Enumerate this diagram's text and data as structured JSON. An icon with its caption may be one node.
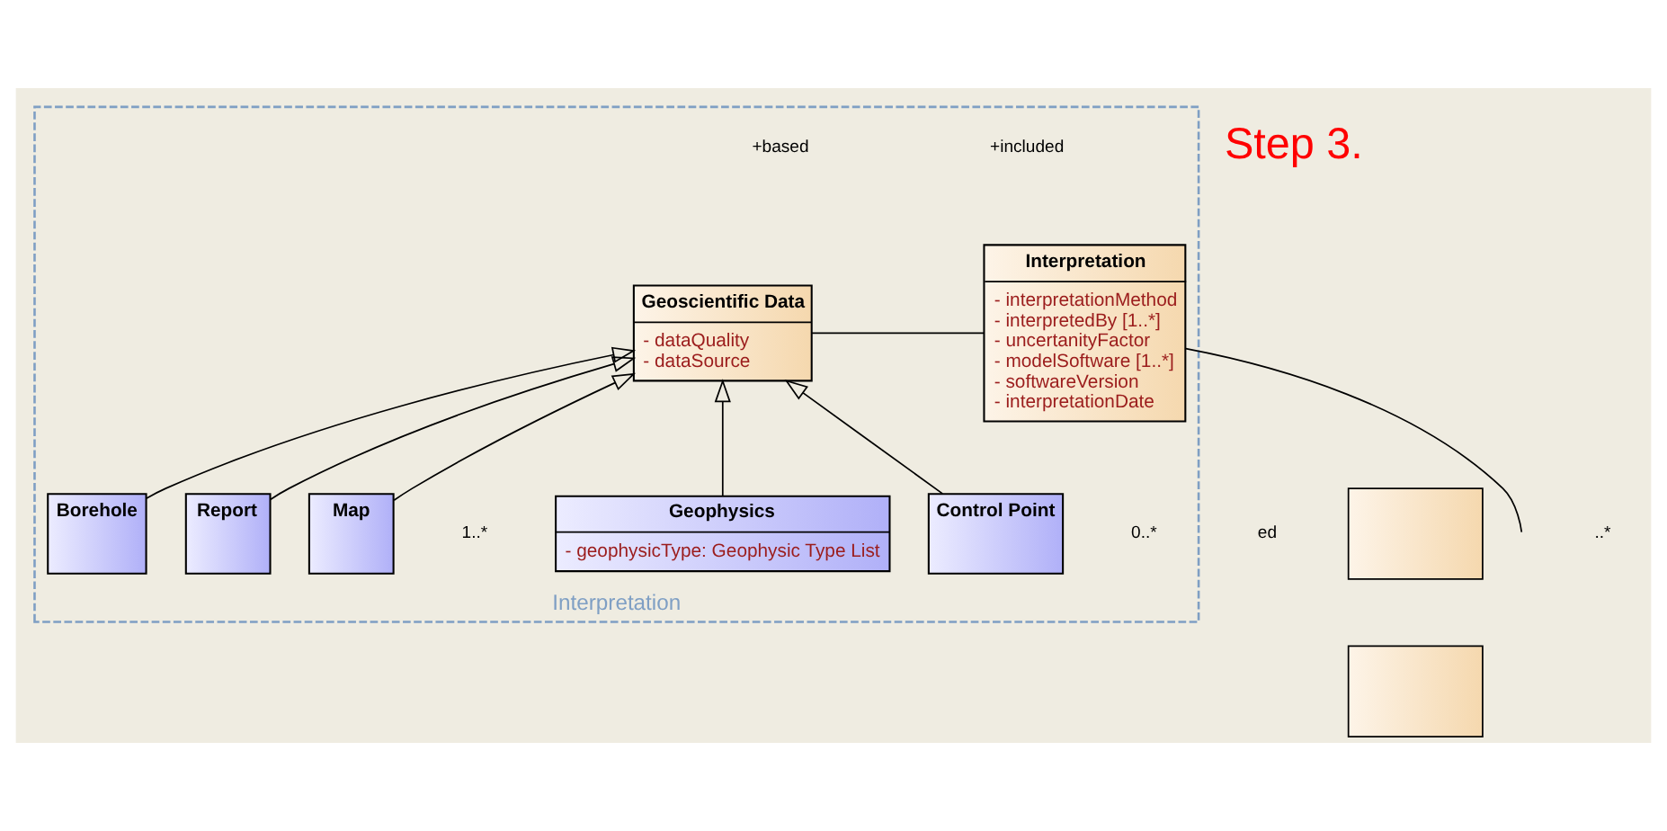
{
  "diagram": {
    "nodes": [
      {
        "text": [
          "Interpretation"
        ]
      },
      {
        "text": [
          "Interpretation",
          "- interpretationMethod",
          "- interpretedBy [1..*]",
          "- uncertanityFactor",
          "- modelSoftware [1..*]",
          "- softwareVersion",
          "- interpretationDate"
        ],
        "in": 0
      },
      {
        "text": [
          "Geoscientific Data",
          "- dataQuality",
          "- dataSource"
        ],
        "in": 0
      },
      {
        "text": [
          "Report"
        ],
        "in": 0
      },
      {
        "text": [
          "Map"
        ],
        "in": 0
      },
      {
        "text": [
          "Borehole"
        ],
        "in": 0
      },
      {
        "text": [
          "Control Point"
        ],
        "in": 0
      },
      {
        "text": [
          "Geophysics",
          "- geophysicType: Geophysic Type List"
        ],
        "in": 0
      },
      {
        "text": [],
        "shape": "box"
      },
      {
        "text": [],
        "shape": "box"
      }
    ],
    "edges": [
      {
        "from": 1,
        "to": 2,
        "arrow": "none"
      },
      {
        "from": 3,
        "to": 2,
        "arrow": "to"
      },
      {
        "from": 4,
        "to": 2,
        "arrow": "to"
      },
      {
        "from": 5,
        "to": 2,
        "arrow": "to"
      },
      {
        "from": 6,
        "to": 2,
        "arrow": "to"
      },
      {
        "from": 7,
        "to": 2,
        "arrow": "to"
      },
      {
        "from": null,
        "to": 1,
        "arrow": "none"
      }
    ],
    "labels": [
      "Step 3.",
      "+included",
      "+based",
      "0..*",
      "1..*",
      "ed",
      "..*"
    ]
  }
}
